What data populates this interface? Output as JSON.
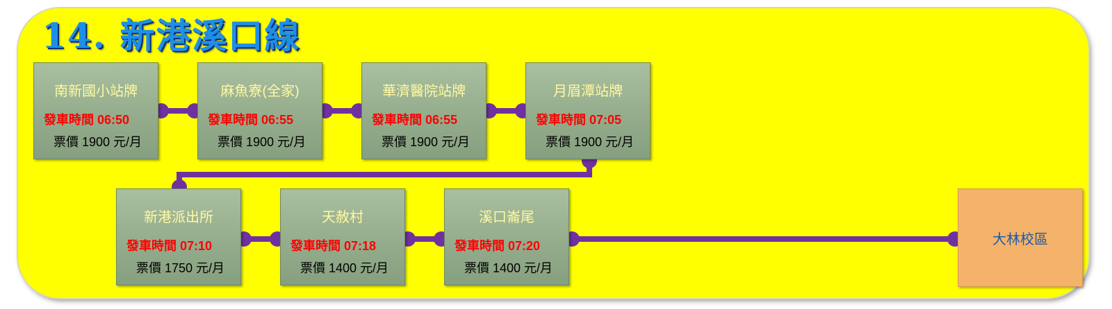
{
  "route_title": "14. 新港溪口線",
  "stops_row1": [
    {
      "name": "南新國小站牌",
      "time": "發車時間 06:50",
      "price": "票價 1900 元/月"
    },
    {
      "name": "麻魚寮(全家)",
      "time": "發車時間 06:55",
      "price": "票價 1900 元/月"
    },
    {
      "name": "華濟醫院站牌",
      "time": "發車時間 06:55",
      "price": "票價 1900 元/月"
    },
    {
      "name": "月眉潭站牌",
      "time": "發車時間 07:05",
      "price": "票價 1900 元/月"
    }
  ],
  "stops_row2": [
    {
      "name": "新港派出所",
      "time": "發車時間 07:10",
      "price": "票價 1750 元/月"
    },
    {
      "name": "天赦村",
      "time": "發車時間 07:18",
      "price": "票價 1400 元/月"
    },
    {
      "name": "溪口崙尾",
      "time": "發車時間 07:20",
      "price": "票價 1400 元/月"
    }
  ],
  "destination": {
    "name": "大林校區"
  },
  "colors": {
    "panel": "#ffff00",
    "title": "#1f8fe6",
    "connector": "#7030a0",
    "stop_box": "#9bb394",
    "stop_name": "#fff9a0",
    "time_text": "#ff0000",
    "destination_box": "#f4b26b",
    "destination_text": "#1b5aa8"
  }
}
